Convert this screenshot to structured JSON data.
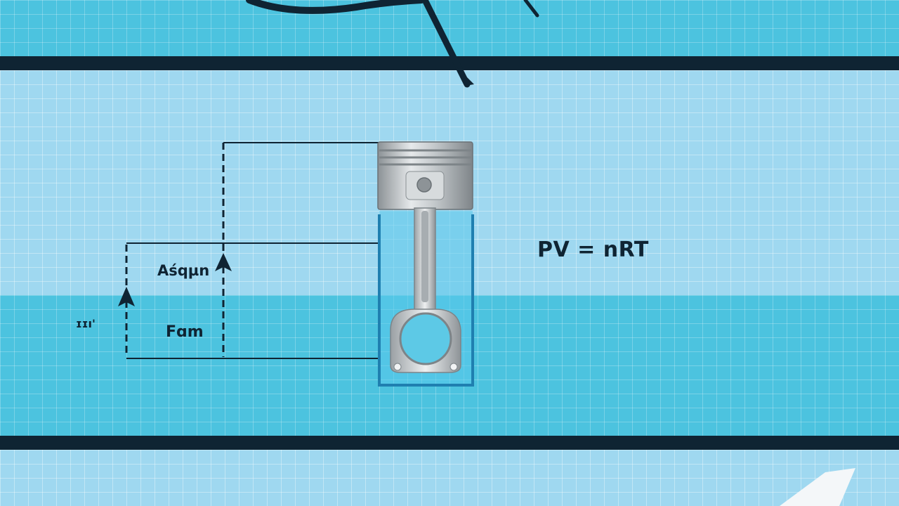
{
  "equation": "PV = nRT",
  "labels": {
    "upper_label": "Aśqµn",
    "lower_label": "Fɑm",
    "side_label": "ɪɪı'"
  }
}
